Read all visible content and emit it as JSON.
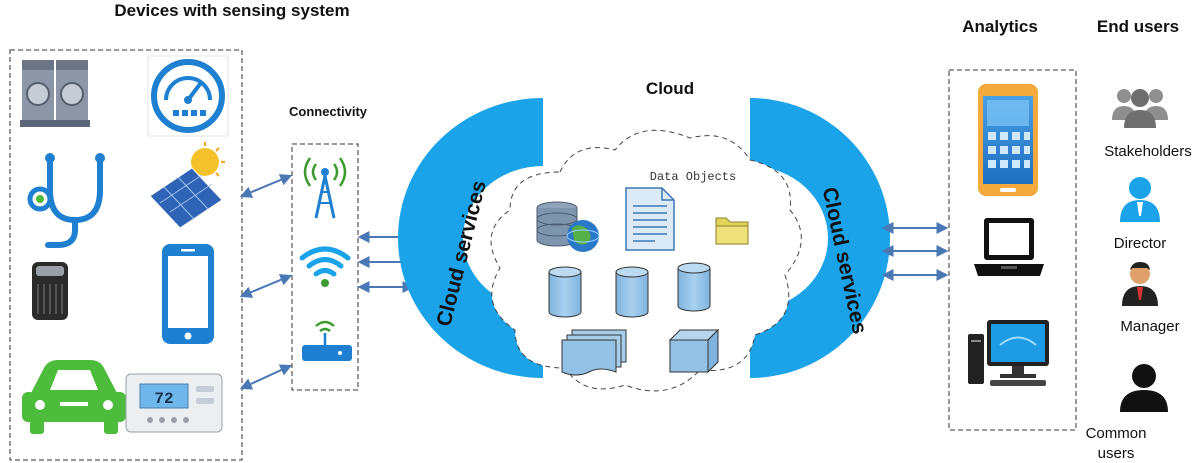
{
  "diagram": {
    "devices_title": "Devices with sensing system",
    "connectivity_title": "Connectivity",
    "cloud_title": "Cloud",
    "cloud_services_left": "Cloud services",
    "cloud_services_right": "Cloud services",
    "data_objects": "Data Objects",
    "analytics_title": "Analytics",
    "end_users_title": "End users",
    "thermostat_reading": "72",
    "end_users": {
      "stakeholders": "Stakeholders",
      "director": "Director",
      "manager": "Manager",
      "common_users_line1": "Common",
      "common_users_line2": "users"
    },
    "devices": [
      "washing-machine-icon",
      "speedometer-icon",
      "stethoscope-icon",
      "solar-panel-icon",
      "air-purifier-icon",
      "smartphone-icon",
      "car-icon",
      "thermostat-icon"
    ],
    "connectivity": [
      "cell-tower-icon",
      "wifi-icon",
      "router-icon"
    ],
    "analytics": [
      "smartphone-icon",
      "laptop-icon",
      "desktop-computer-icon"
    ],
    "colors": {
      "accent_blue": "#1aa3e8",
      "device_blue": "#1f7fd0",
      "car_green": "#4dbb3b",
      "tower_green": "#3c9a2e",
      "arrow_blue": "#4a78b5",
      "storage_blue": "#93c2e4"
    }
  }
}
